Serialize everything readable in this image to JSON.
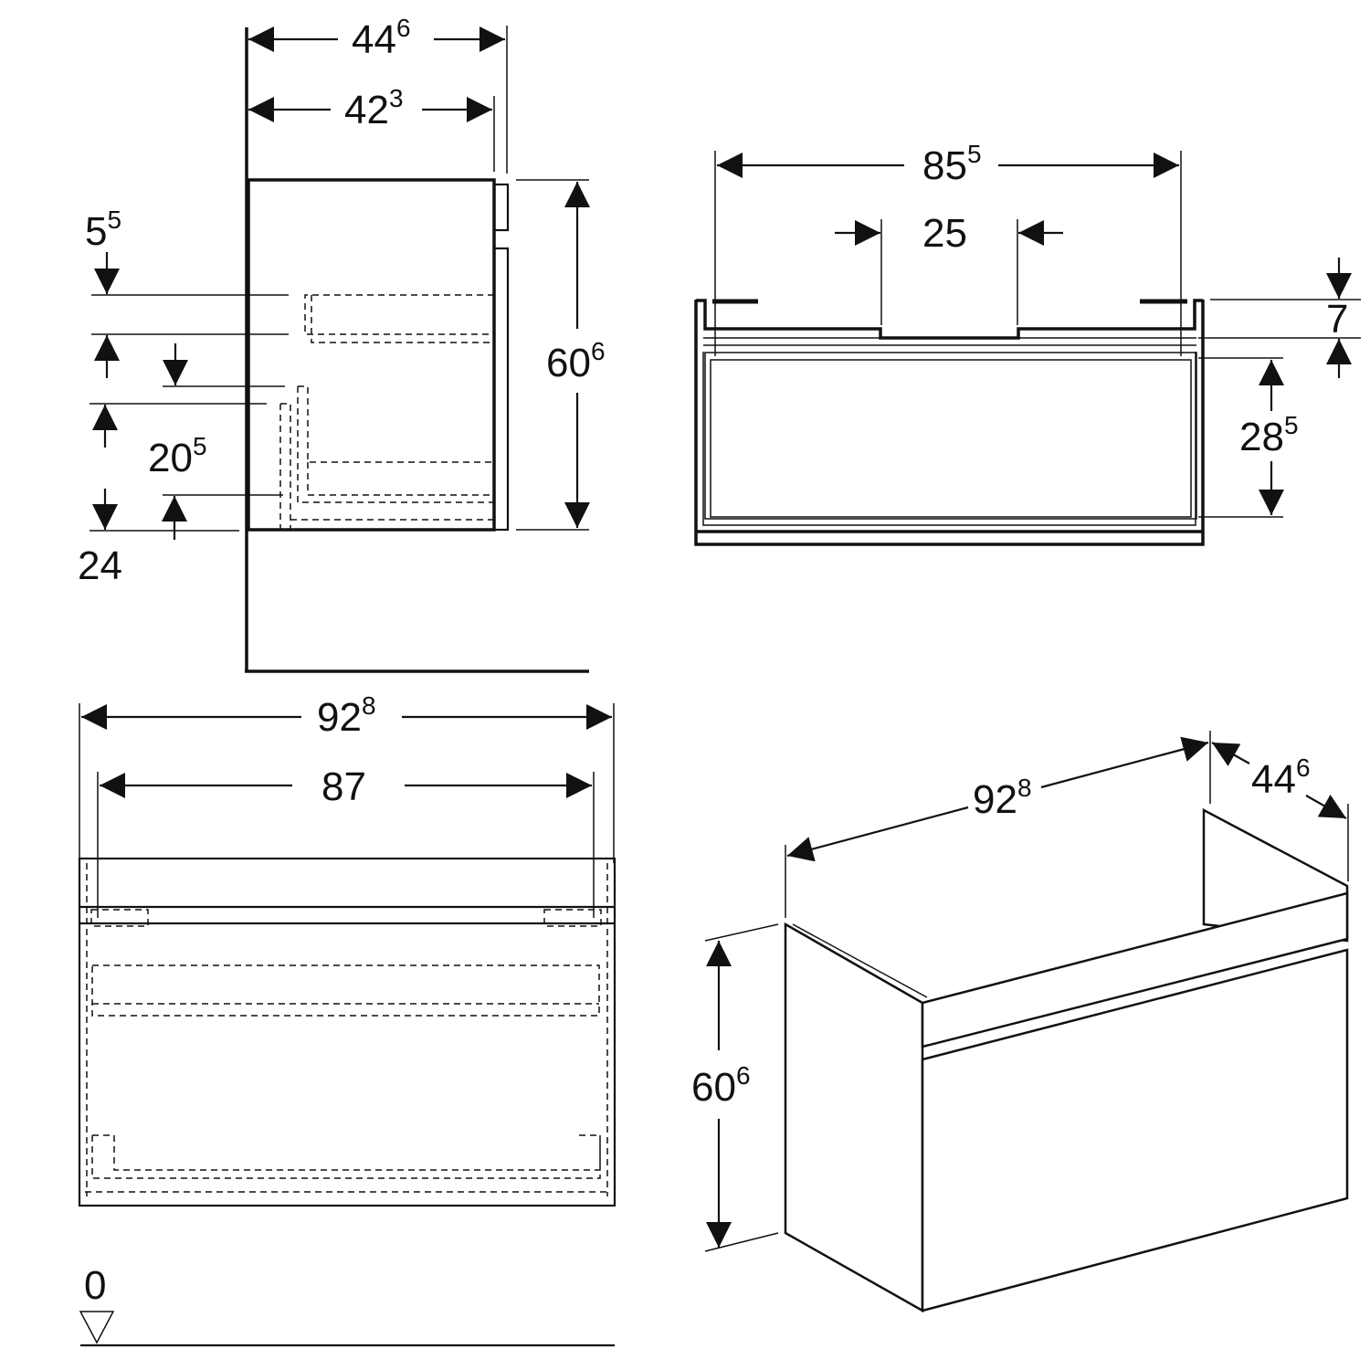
{
  "side_view": {
    "overall_depth": {
      "main": "44",
      "sup": "6"
    },
    "inner_depth": {
      "main": "42",
      "sup": "3"
    },
    "height": {
      "main": "60",
      "sup": "6"
    },
    "top_offset": {
      "main": "5",
      "sup": "5"
    },
    "lower_offset": {
      "main": "20",
      "sup": "5"
    },
    "bottom_offset": "24"
  },
  "top_view": {
    "width": {
      "main": "85",
      "sup": "5"
    },
    "cutout": "25",
    "rim": "7",
    "drawer_height": {
      "main": "28",
      "sup": "5"
    }
  },
  "front_view": {
    "overall_width": {
      "main": "92",
      "sup": "8"
    },
    "mount_width": "87"
  },
  "iso_view": {
    "width": {
      "main": "92",
      "sup": "8"
    },
    "depth": {
      "main": "44",
      "sup": "6"
    },
    "height": {
      "main": "60",
      "sup": "6"
    }
  },
  "floor_level": "0",
  "colors": {
    "line": "#111111",
    "background": "#ffffff"
  }
}
